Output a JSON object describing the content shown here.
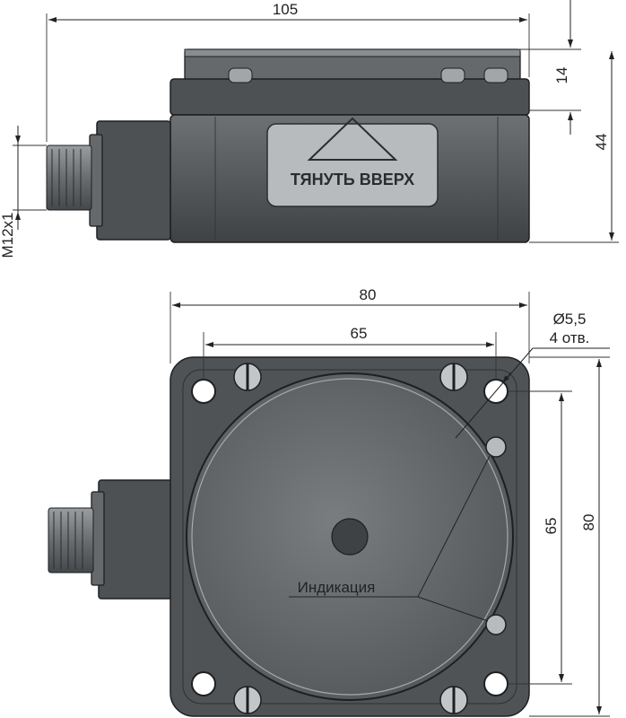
{
  "dimensions": {
    "top_width": "105",
    "top_height_small": "14",
    "top_height_total": "44",
    "thread": "M12x1",
    "front_width_outer": "80",
    "front_width_holes": "65",
    "front_height_holes": "65",
    "front_height_outer": "80"
  },
  "callouts": {
    "hole_diameter": "Ø5,5",
    "hole_count": "4 отв.",
    "indication": "Индикация"
  },
  "label": {
    "pull_text": "ТЯНУТЬ ВВЕРХ"
  },
  "colors": {
    "housing": "#4e5154",
    "housing_light": "#8b8e91",
    "lines": "#222222",
    "background": "#ffffff"
  }
}
